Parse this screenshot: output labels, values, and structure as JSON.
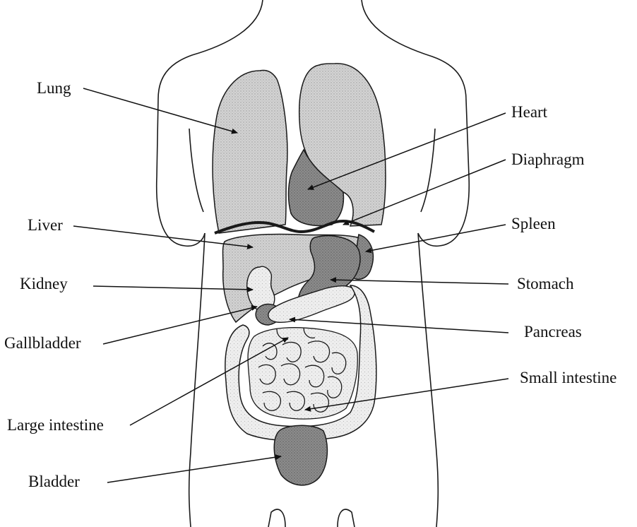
{
  "labels": {
    "lung": "Lung",
    "heart": "Heart",
    "diaphragm": "Diaphragm",
    "liver": "Liver",
    "spleen": "Spleen",
    "kidney": "Kidney",
    "stomach": "Stomach",
    "gallbladder": "Gallbladder",
    "pancreas": "Pancreas",
    "small_intestine": "Small intestine",
    "large_intestine": "Large intestine",
    "bladder": "Bladder"
  },
  "colors": {
    "outline": "#1a1a1a",
    "lung_fill": "#d9d9d9",
    "organ_light": "#c9c9c9",
    "organ_mid": "#8a8a8a",
    "organ_dark": "#6e6e6e",
    "intestine_fill": "#e4e4e4"
  }
}
